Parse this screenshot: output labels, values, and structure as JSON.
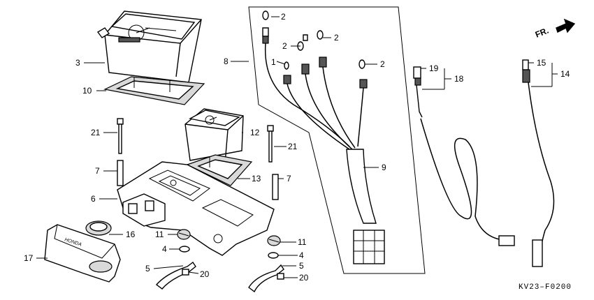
{
  "callouts": {
    "c1": "1",
    "c2a": "2",
    "c2b": "2",
    "c2c": "2",
    "c2d": "2",
    "c3": "3",
    "c4a": "4",
    "c4b": "4",
    "c5a": "5",
    "c5b": "5",
    "c6": "6",
    "c7a": "7",
    "c7b": "7",
    "c8": "8",
    "c9": "9",
    "c10": "10",
    "c11a": "11",
    "c11b": "11",
    "c12": "12",
    "c13": "13",
    "c14": "14",
    "c15": "15",
    "c16": "16",
    "c17": "17",
    "c18": "18",
    "c19": "19",
    "c20a": "20",
    "c20b": "20",
    "c21a": "21",
    "c21b": "21"
  },
  "orientation_label": "FR.",
  "brand_text": "HONDA",
  "diagram_code": "KV23–F0200"
}
